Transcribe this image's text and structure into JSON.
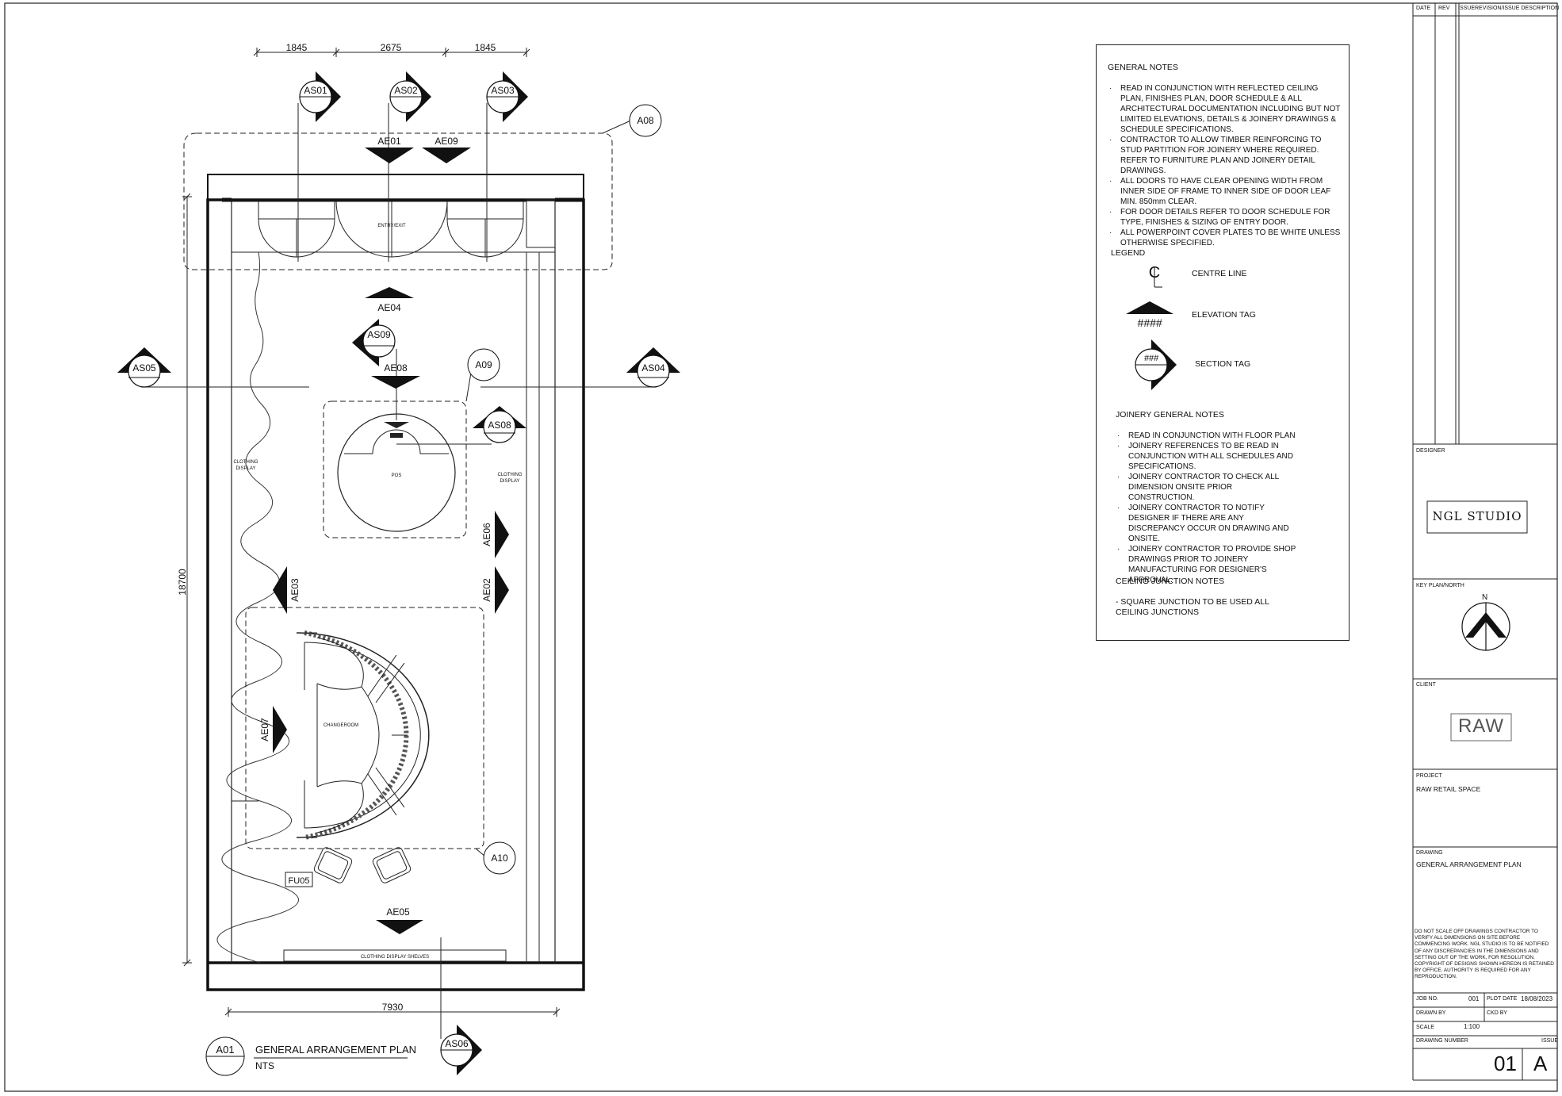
{
  "plan": {
    "dims": {
      "top": [
        "1845",
        "2675",
        "1845"
      ],
      "bottom": "7930",
      "left": "18700"
    },
    "tags": {
      "as01": "AS01",
      "as02": "AS02",
      "as03": "AS03",
      "as04": "AS04",
      "as05": "AS05",
      "as06": "AS06",
      "as08": "AS08",
      "as09": "AS09",
      "ae01": "AE01",
      "ae09": "AE09",
      "ae04": "AE04",
      "ae08": "AE08",
      "ae06": "AE06",
      "ae02": "AE02",
      "ae03": "AE03",
      "ae07": "AE07",
      "ae05": "AE05",
      "a08": "A08",
      "a09": "A09",
      "a10": "A10",
      "fu05": "FU05"
    },
    "labels": {
      "entry": "ENTRY/EXIT",
      "clothing_left": [
        "CLOTHING",
        "DISPLAY"
      ],
      "clothing_right": [
        "CLOTHING",
        "DISPLAY"
      ],
      "pos": "POS",
      "changeroom": "CHANGEROOM",
      "shelves": "CLOTHING DISPLAY SHELVES"
    },
    "view_title": {
      "ref": "A01",
      "title": "GENERAL ARRANGEMENT PLAN",
      "scale": "NTS"
    }
  },
  "notes": {
    "general_title": "GENERAL NOTES",
    "general": [
      "READ IN CONJUNCTION WITH REFLECTED CEILING PLAN, FINISHES PLAN, DOOR SCHEDULE & ALL ARCHITECTURAL DOCUMENTATION INCLUDING BUT NOT LIMITED ELEVATIONS, DETAILS & JOINERY DRAWINGS & SCHEDULE SPECIFICATIONS.",
      "CONTRACTOR TO ALLOW TIMBER REINFORCING TO STUD PARTITION FOR JOINERY WHERE REQUIRED. REFER TO FURNITURE PLAN AND JOINERY DETAIL DRAWINGS.",
      "ALL DOORS TO HAVE CLEAR OPENING WIDTH  FROM INNER SIDE OF FRAME TO INNER SIDE OF DOOR LEAF MIN. 850mm CLEAR.",
      "FOR DOOR DETAILS REFER TO DOOR SCHEDULE FOR TYPE, FINISHES & SIZING OF ENTRY DOOR.",
      "ALL POWERPOINT COVER PLATES TO BE WHITE UNLESS OTHERWISE SPECIFIED."
    ],
    "legend_title": "LEGEND",
    "legend": {
      "centre": "CENTRE LINE",
      "elevation": "ELEVATION TAG",
      "section": "SECTION TAG",
      "elev_symbol": "####",
      "sect_symbol": "###"
    },
    "joinery_title": "JOINERY GENERAL NOTES",
    "joinery": [
      "READ IN CONJUNCTION WITH FLOOR PLAN",
      "JOINERY REFERENCES TO BE READ IN CONJUNCTION WITH ALL SCHEDULES AND SPECIFICATIONS.",
      "JOINERY CONTRACTOR TO CHECK ALL DIMENSION ONSITE PRIOR CONSTRUCTION.",
      "JOINERY CONTRACTOR TO NOTIFY DESIGNER IF THERE ARE ANY DISCREPANCY OCCUR ON DRAWING AND ONSITE.",
      "JOINERY CONTRACTOR TO PROVIDE SHOP DRAWINGS PRIOR TO JOINERY MANUFACTURING FOR DESIGNER'S APPROVAL."
    ],
    "ceiling_title": "CEILING JUNCTION NOTES",
    "ceiling": "- SQUARE JUNCTION TO BE USED ALL CEILING JUNCTIONS"
  },
  "titleblock": {
    "rev_headers": [
      "DATE",
      "REV",
      "ISSUE",
      "REVISION/ISSUE DESCRIPTION"
    ],
    "designer_label": "DESIGNER",
    "designer": "NGL STUDIO",
    "keyplan_label": "KEY PLAN/NORTH",
    "north": "N",
    "client_label": "CLIENT",
    "client": "RAW",
    "project_label": "PROJECT",
    "project": "RAW RETAIL SPACE",
    "drawing_label": "DRAWING",
    "drawing": "GENERAL ARRANGEMENT PLAN",
    "disclaimer": "DO NOT SCALE OFF DRAWINGS CONTRACTOR TO VERIFY ALL DIMENSIONS ON SITE BEFORE COMMENCING WORK. NGL STUDIO IS TO BE NOTIFIED OF ANY DISCREPANCIES IN THE DIMENSIONS AND SETTING OUT OF THE WORK, FOR RESOLUTION. COPYRIGHT OF DESIGNS SHOWN HEREON IS RETAINED BY OFFICE. AUTHORITY IS REQUIRED FOR ANY REPRODUCTION.",
    "job_no_label": "JOB NO.",
    "job_no": "001",
    "plot_date_label": "PLOT DATE",
    "plot_date": "18/08/2023",
    "drawn_by_label": "DRAWN BY",
    "ckd_by_label": "CKD BY",
    "scale_label": "SCALE",
    "scale": "1:100",
    "drawing_number_label": "DRAWING NUMBER",
    "issue_label": "ISSUE",
    "drawing_number": "01",
    "issue": "A"
  }
}
